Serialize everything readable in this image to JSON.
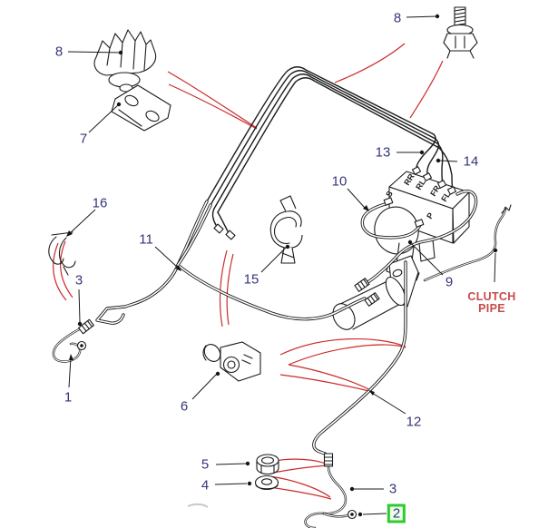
{
  "colors": {
    "callout_text": "#35357d",
    "locator_red": "#cc2b2b",
    "clutch_note_red": "#c64c4c",
    "highlight_green_border": "#2ecb2e",
    "highlight_green_fill": "#eaffe8",
    "line_art": "#1b1b1b"
  },
  "callouts": [
    {
      "id": "8-top-left",
      "label": "8"
    },
    {
      "id": "7",
      "label": "7"
    },
    {
      "id": "8-top-right",
      "label": "8"
    },
    {
      "id": "16",
      "label": "16"
    },
    {
      "id": "11",
      "label": "11"
    },
    {
      "id": "3-left",
      "label": "3"
    },
    {
      "id": "1",
      "label": "1"
    },
    {
      "id": "15",
      "label": "15"
    },
    {
      "id": "6",
      "label": "6"
    },
    {
      "id": "10",
      "label": "10"
    },
    {
      "id": "13",
      "label": "13"
    },
    {
      "id": "14",
      "label": "14"
    },
    {
      "id": "9",
      "label": "9"
    },
    {
      "id": "12",
      "label": "12"
    },
    {
      "id": "5",
      "label": "5"
    },
    {
      "id": "4",
      "label": "4"
    },
    {
      "id": "3-bottom",
      "label": "3"
    },
    {
      "id": "2",
      "label": "2",
      "highlighted": true
    }
  ],
  "clutch_pipe_callout": {
    "line1": "CLUTCH",
    "line2": "PIPE"
  },
  "abs_ports": {
    "rr": "RR",
    "rl": "RL",
    "fr": "FR",
    "fl": "FL",
    "s": "S",
    "p": "P"
  }
}
